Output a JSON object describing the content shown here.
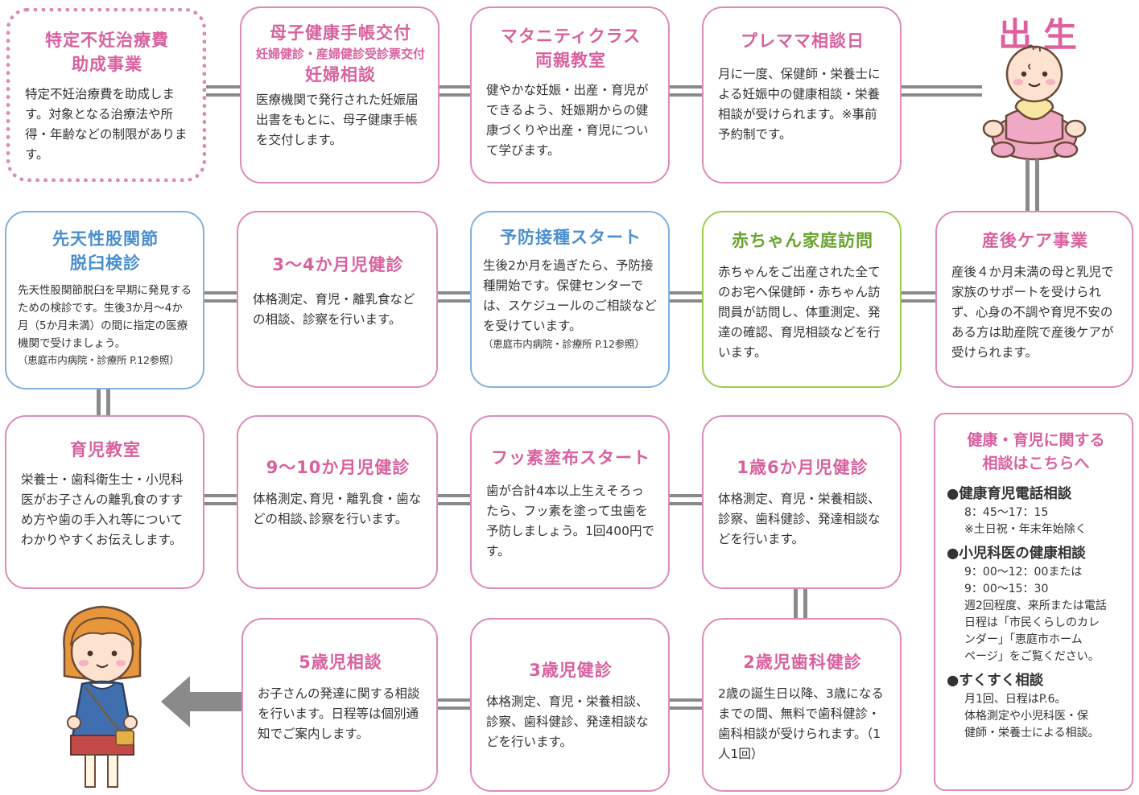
{
  "header": {
    "birth_label": "出生"
  },
  "cards": {
    "infertility": {
      "title": "特定不妊治療費\n助成事業",
      "body": "特定不妊治療費を助成します。対象となる治療法や所得・年齢などの制限があります。"
    },
    "maternity_handbook": {
      "title": "母子健康手帳交付",
      "sub": "妊婦健診・産婦健診受診票交付",
      "title2": "妊婦相談",
      "body": "医療機関で発行された妊娠届出書をもとに、母子健康手帳を交付します。"
    },
    "maternity_class": {
      "title": "マタニティクラス\n両親教室",
      "body": "健やかな妊娠・出産・育児ができるよう、妊娠期からの健康づくりや出産・育児について学びます。"
    },
    "premama": {
      "title": "プレママ相談日",
      "body": "月に一度、保健師・栄養士による妊娠中の健康相談・栄養相談が受けられます。※事前予約制です。"
    },
    "hip_exam": {
      "title": "先天性股関節\n脱臼検診",
      "body": "先天性股関節脱臼を早期に発見するための検診です。生後3か月〜4か月（5か月未満）の間に指定の医療機関で受けましょう。",
      "note": "（恵庭市内病院・診療所 P.12参照）"
    },
    "checkup_3_4": {
      "title": "3〜4か月児健診",
      "body": "体格測定、育児・離乳食などの相談、診察を行います。"
    },
    "vaccination": {
      "title": "予防接種スタート",
      "body": "生後2か月を過ぎたら、予防接種開始です。保健センターでは、スケジュールのご相談などを受けています。",
      "note": "（恵庭市内病院・診療所 P.12参照）"
    },
    "home_visit": {
      "title": "赤ちゃん家庭訪問",
      "body": "赤ちゃんをご出産された全てのお宅へ保健師・赤ちゃん訪問員が訪問し、体重測定、発達の確認、育児相談などを行います。"
    },
    "postpartum_care": {
      "title": "産後ケア事業",
      "body": "産後４か月未満の母と乳児で家族のサポートを受けられず、心身の不調や育児不安のある方は助産院で産後ケアが受けられます。"
    },
    "childcare_class": {
      "title": "育児教室",
      "body": "栄養士・歯科衛生士・小児科医がお子さんの離乳食のすすめ方や歯の手入れ等についてわかりやすくお伝えします。"
    },
    "checkup_9_10": {
      "title": "9〜10か月児健診",
      "body": "体格測定､育児・離乳食・歯などの相談､診察を行います。"
    },
    "fluoride": {
      "title": "フッ素塗布スタート",
      "body": "歯が合計4本以上生えそろったら、フッ素を塗って虫歯を予防しましょう。1回400円です。"
    },
    "checkup_1y6m": {
      "title": "1歳6か月児健診",
      "body": "体格測定、育児・栄養相談、診察、歯科健診、発達相談などを行います。"
    },
    "consult_5y": {
      "title": "5歳児相談",
      "body": "お子さんの発達に関する相談を行います。日程等は個別通知でご案内します。"
    },
    "checkup_3y": {
      "title": "3歳児健診",
      "body": "体格測定、育児・栄養相談、診察、歯科健診、発達相談などを行います。"
    },
    "dental_2y": {
      "title": "2歳児歯科健診",
      "body": "2歳の誕生日以降、3歳になるまでの間、無料で歯科健診・歯科相談が受けられます。（1人1回）"
    }
  },
  "info": {
    "title": "健康・育児に関する\n相談はこちらへ",
    "sections": [
      {
        "head": "●健康育児電話相談",
        "lines": [
          "8：45〜17：15",
          "※土日祝・年末年始除く"
        ]
      },
      {
        "head": "●小児科医の健康相談",
        "lines": [
          "9：00〜12：00または",
          "9：00〜15：30",
          "週2回程度、来所または電話",
          "日程は「市民くらしのカレ",
          "ンダー」「恵庭市ホーム",
          "ページ」をご覧ください。"
        ]
      },
      {
        "head": "●すくすく相談",
        "lines": [
          "月1回、日程はP.6。",
          "体格測定や小児科医・保",
          "健師・栄養士による相談。"
        ]
      }
    ]
  },
  "colors": {
    "pink": "#dc8cb9",
    "pink_text": "#d9619f",
    "blue": "#7fb2dd",
    "green": "#9ccc4f",
    "connector": "#8a8a8a"
  }
}
